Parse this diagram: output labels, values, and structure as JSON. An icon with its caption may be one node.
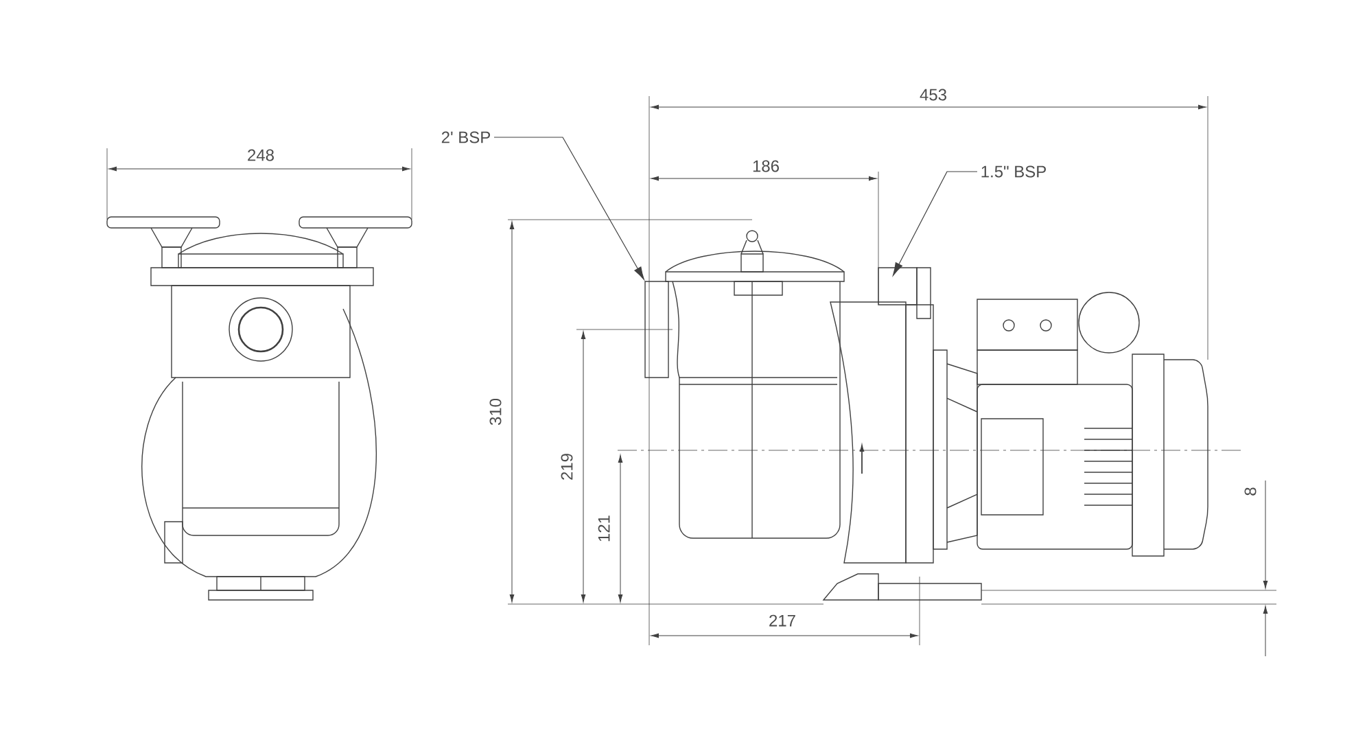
{
  "diagram": {
    "nodes": [
      {
        "text": [
          "2' BSP"
        ]
      },
      {
        "text": [
          "1.5\" BSP"
        ]
      }
    ],
    "edges": [
      {
        "from": 0,
        "to": null,
        "arrow": "to"
      },
      {
        "from": 1,
        "to": null,
        "arrow": "to"
      }
    ],
    "labels": [
      "248",
      "453",
      "186",
      "310",
      "219",
      "121",
      "217",
      "8"
    ]
  }
}
